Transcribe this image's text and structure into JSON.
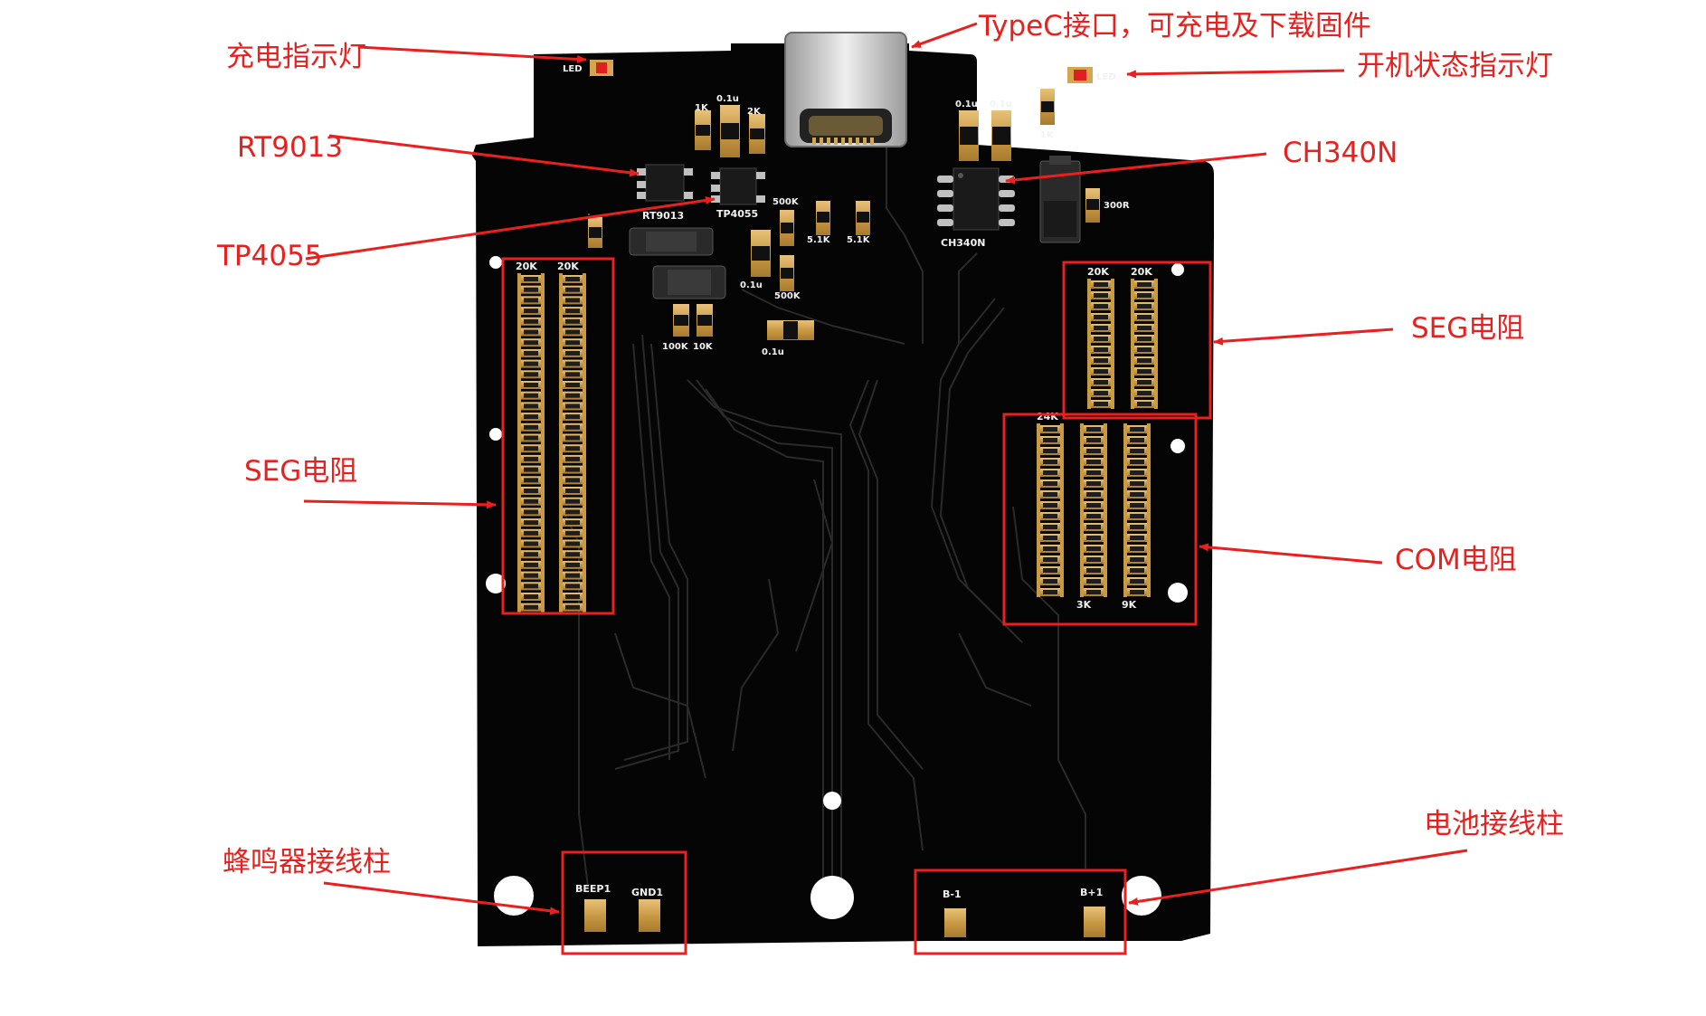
{
  "callouts": {
    "charge_led": "充电指示灯",
    "typec": "TypeC接口，可充电及下载固件",
    "power_led": "开机状态指示灯",
    "rt9013": "RT9013",
    "ch340n": "CH340N",
    "tp4055": "TP4055",
    "seg_right": "SEG电阻",
    "seg_left": "SEG电阻",
    "com": "COM电阻",
    "buzzer": "蜂鸣器接线柱",
    "battery": "电池接线柱"
  },
  "silkscreen": {
    "led_left": "LED",
    "led_right": "LED",
    "cap_01u_a": "0.1u",
    "res_1k_a": "1K",
    "res_2k": "2K",
    "rt9013": "RT9013",
    "tp4055": "TP4055",
    "res_500k_a": "500K",
    "res_51k_a": "5.1K",
    "res_51k_b": "5.1K",
    "cap_01u_b": "0.1u",
    "res_500k_b": "500K",
    "res_100k": "100K",
    "res_10k": "10K",
    "cap_01u_c": "0.1u",
    "cap_01u_d": "0.1u",
    "cap_01u_e": "0.1u",
    "res_1k_b": "1K",
    "ch340n": "CH340N",
    "res_300r": "300R",
    "left_20k_a": "20K",
    "left_20k_b": "20K",
    "right_20k_a": "20K",
    "right_20k_b": "20K",
    "com_24k": "24K",
    "com_3k": "3K",
    "com_9k": "9K",
    "beep1": "BEEP1",
    "gnd1": "GND1",
    "b_minus": "B-1",
    "b_plus": "B+1"
  },
  "colors": {
    "annotation": "#e8201e",
    "board": "#050505",
    "pad": "#d4a64f",
    "silk": "#f2f2f2"
  }
}
